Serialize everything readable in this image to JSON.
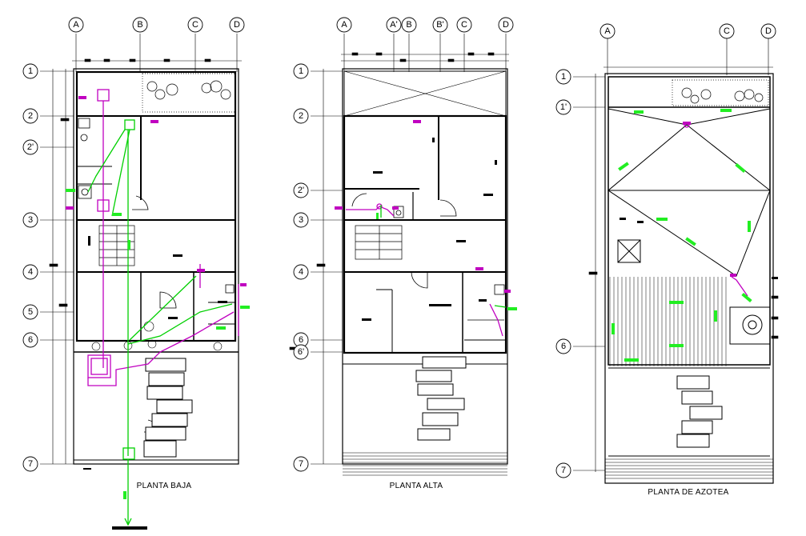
{
  "colors": {
    "line": "#000000",
    "sanitary": "#c000c0",
    "pipe": "#00d000",
    "label_green": "#22ee22"
  },
  "plans": [
    {
      "title": "PLANTA BAJA",
      "col_axes": [
        "A",
        "B",
        "C",
        "D"
      ],
      "row_axes": [
        "1",
        "2",
        "2'",
        "3",
        "4",
        "5",
        "6",
        "7"
      ]
    },
    {
      "title": "PLANTA ALTA",
      "col_axes": [
        "A",
        "A'",
        "B",
        "B'",
        "C",
        "D"
      ],
      "row_axes": [
        "1",
        "2",
        "2'",
        "3",
        "4",
        "6",
        "6'",
        "7"
      ]
    },
    {
      "title": "PLANTA DE AZOTEA",
      "col_axes": [
        "A",
        "C",
        "D"
      ],
      "row_axes": [
        "1",
        "1'",
        "6",
        "7"
      ]
    }
  ]
}
